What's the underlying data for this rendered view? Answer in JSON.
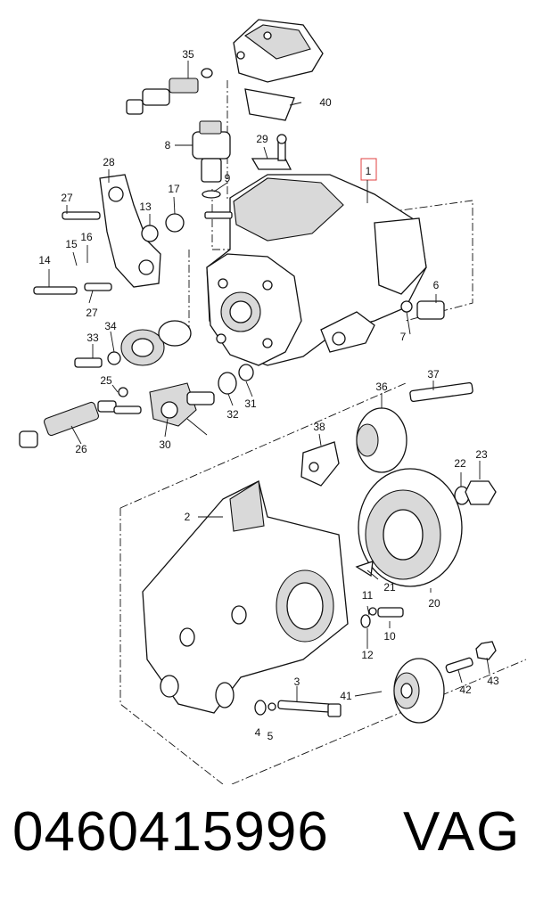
{
  "caption": {
    "part_number": "0460415996",
    "brand": "VAG"
  },
  "callouts": [
    "1",
    "2",
    "3",
    "4",
    "5",
    "6",
    "7",
    "8",
    "9",
    "10",
    "11",
    "12",
    "13",
    "14",
    "15",
    "16",
    "17",
    "20",
    "21",
    "22",
    "23",
    "25",
    "26",
    "27",
    "27",
    "28",
    "29",
    "30",
    "31",
    "32",
    "33",
    "34",
    "35",
    "36",
    "37",
    "38",
    "40",
    "41",
    "42",
    "43"
  ],
  "highlight_color": "#e04040"
}
